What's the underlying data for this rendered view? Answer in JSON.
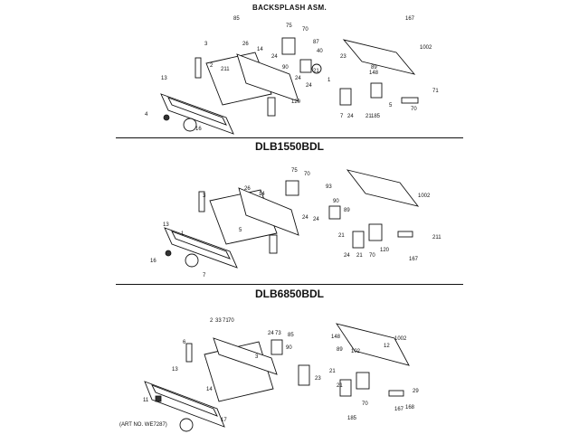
{
  "titles": {
    "main": "BACKSPLASH ASM.",
    "model1": "DLB1550BDL",
    "model2": "DLB6850BDL",
    "art_no": "(ART NO. WE7287)"
  },
  "diagram1": {
    "callouts": [
      "85",
      "75",
      "70",
      "3",
      "26",
      "14",
      "87",
      "40",
      "23",
      "1002",
      "2",
      "24",
      "90",
      "24",
      "24",
      "89",
      "148",
      "13",
      "21",
      "71",
      "211",
      "1",
      "5",
      "120",
      "4",
      "16",
      "7",
      "24",
      "21",
      "185",
      "70",
      "167"
    ]
  },
  "diagram2": {
    "callouts": [
      "75",
      "70",
      "26",
      "93",
      "90",
      "1002",
      "14",
      "89",
      "24",
      "13",
      "21",
      "211",
      "24",
      "1",
      "3",
      "120",
      "16",
      "7",
      "24",
      "21",
      "70",
      "167",
      "5"
    ]
  },
  "diagram3": {
    "callouts": [
      "2",
      "33",
      "71",
      "70",
      "1002",
      "6",
      "24",
      "73",
      "85",
      "148",
      "90",
      "89",
      "3",
      "102",
      "12",
      "21",
      "13",
      "23",
      "11",
      "14",
      "21",
      "29",
      "168",
      "70",
      "185",
      "167",
      "17"
    ]
  }
}
